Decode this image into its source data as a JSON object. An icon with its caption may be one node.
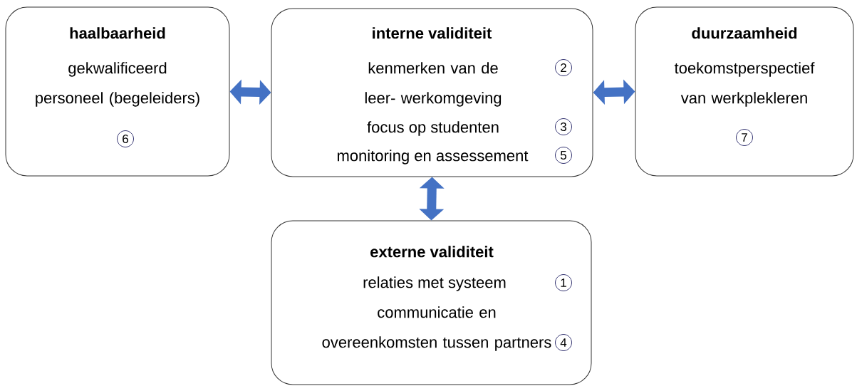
{
  "diagram": {
    "nodes": [
      {
        "text": [
          "haalbaarheid",
          "gekwalificeerd personeel (begeleiders)",
          "6"
        ]
      },
      {
        "text": [
          "interne validiteit",
          "kenmerken van de leer- werkomgeving",
          "2",
          "focus op studenten",
          "3",
          "monitoring en assessement",
          "5"
        ]
      },
      {
        "text": [
          "duurzaamheid",
          "toekomstperspectief van werkplekleren",
          "7"
        ]
      },
      {
        "text": [
          "externe validiteit",
          "relaties met systeem",
          "1",
          "communicatie en overeenkomsten tussen partners",
          "4"
        ]
      }
    ],
    "edges": [
      {
        "from": 0,
        "to": 1,
        "arrow": "both"
      },
      {
        "from": 1,
        "to": 2,
        "arrow": "both"
      },
      {
        "from": 1,
        "to": 3,
        "arrow": "both"
      }
    ]
  }
}
